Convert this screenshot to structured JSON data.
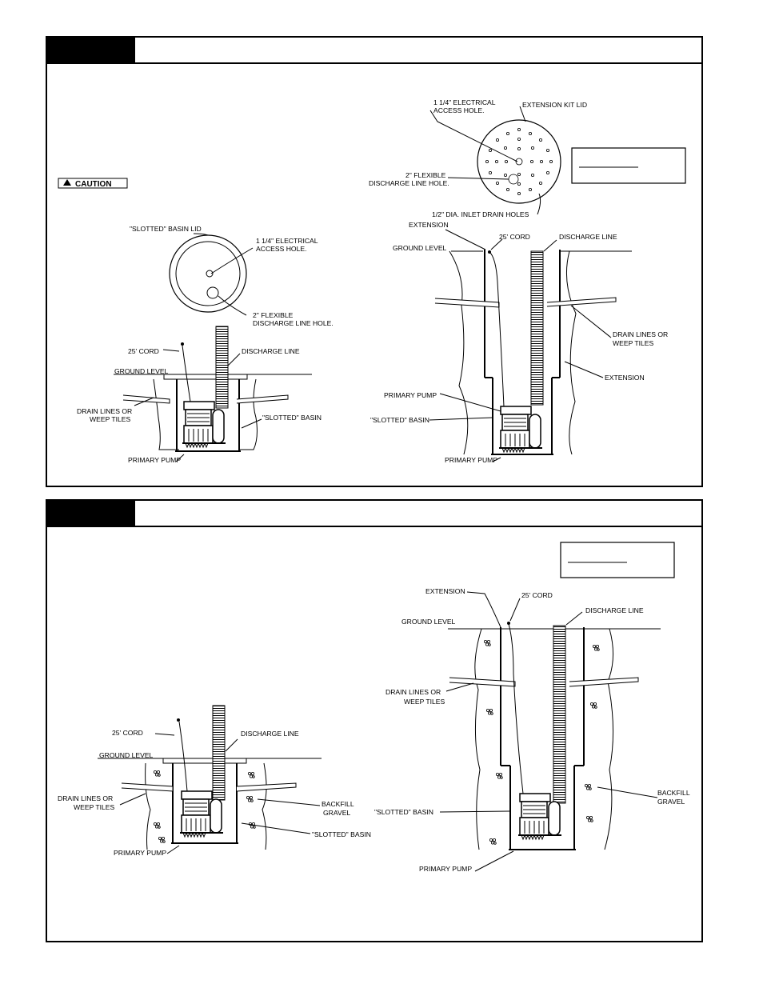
{
  "fig1": {
    "caution": "CAUTION",
    "left": {
      "lid": "\"SLOTTED\" BASIN LID",
      "elec": [
        "1 1/4\" ELECTRICAL",
        "ACCESS HOLE."
      ],
      "disch_hole": [
        "2\" FLEXIBLE",
        "DISCHARGE LINE HOLE."
      ],
      "cord": "25' CORD",
      "discharge": "DISCHARGE LINE",
      "ground": "GROUND LEVEL",
      "drain": [
        "DRAIN LINES OR",
        "WEEP TILES"
      ],
      "basin": "\"SLOTTED\" BASIN",
      "pump": "PRIMARY PUMP"
    },
    "right": {
      "elec": [
        "1 1/4\" ELECTRICAL",
        "ACCESS HOLE."
      ],
      "lid": "EXTENSION KIT LID",
      "disch_hole": [
        "2\" FLEXIBLE",
        "DISCHARGE LINE HOLE."
      ],
      "inlet": "1/2\" DIA. INLET DRAIN HOLES",
      "extension_top": "EXTENSION",
      "cord": "25' CORD",
      "discharge": "DISCHARGE LINE",
      "ground": "GROUND LEVEL",
      "drain": [
        "DRAIN LINES OR",
        "WEEP TILES"
      ],
      "extension": "EXTENSION",
      "pump_top": "PRIMARY PUMP",
      "basin": "\"SLOTTED\" BASIN",
      "pump": "PRIMARY PUMP"
    }
  },
  "fig2": {
    "left": {
      "cord": "25' CORD",
      "discharge": "DISCHARGE LINE",
      "ground": "GROUND LEVEL",
      "drain": [
        "DRAIN LINES OR",
        "WEEP TILES"
      ],
      "backfill": [
        "BACKFILL",
        "GRAVEL"
      ],
      "basin": "\"SLOTTED\" BASIN",
      "pump": "PRIMARY PUMP"
    },
    "right": {
      "extension": "EXTENSION",
      "cord": "25' CORD",
      "discharge": "DISCHARGE LINE",
      "ground": "GROUND LEVEL",
      "drain": [
        "DRAIN LINES OR",
        "WEEP TILES"
      ],
      "backfill": [
        "BACKFILL",
        "GRAVEL"
      ],
      "basin": "\"SLOTTED\" BASIN",
      "pump": "PRIMARY PUMP"
    }
  }
}
